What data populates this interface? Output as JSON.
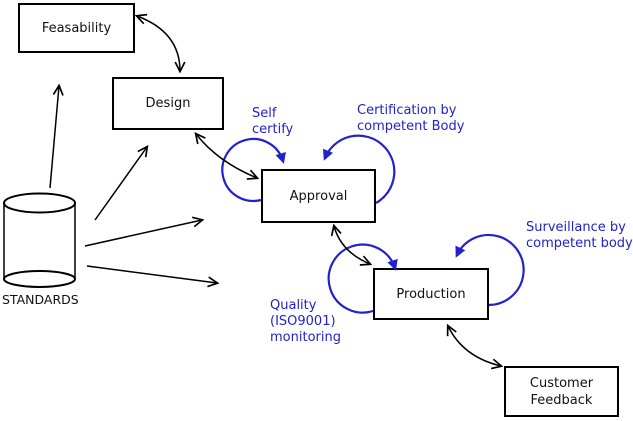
{
  "diagram": {
    "nodes": {
      "feasability": {
        "label": "Feasability",
        "shape": "rectangle"
      },
      "design": {
        "label": "Design",
        "shape": "rectangle"
      },
      "approval": {
        "label": "Approval",
        "shape": "rectangle"
      },
      "production": {
        "label": "Production",
        "shape": "rectangle"
      },
      "customer_feedback": {
        "lines": [
          "Customer",
          "Feedback"
        ],
        "shape": "rectangle"
      },
      "standards": {
        "label": "STANDARDS",
        "shape": "cylinder"
      }
    },
    "annotations": {
      "self_certify": {
        "lines": [
          "Self",
          "certify"
        ]
      },
      "certification": {
        "lines": [
          "Certification by",
          "competent Body"
        ]
      },
      "surveillance": {
        "lines": [
          "Surveillance by",
          "competent body"
        ]
      },
      "quality_monitoring": {
        "lines": [
          "Quality",
          "(ISO9001)",
          "monitoring"
        ]
      }
    },
    "edges": [
      {
        "from": "standards",
        "to": "feasability",
        "type": "arrow"
      },
      {
        "from": "standards",
        "to": "design",
        "type": "arrow"
      },
      {
        "from": "standards",
        "to": "approval",
        "type": "arrow"
      },
      {
        "from": "standards",
        "to": "production",
        "type": "arrow"
      },
      {
        "from": "feasability",
        "to": "design",
        "type": "double-arrow"
      },
      {
        "from": "design",
        "to": "approval",
        "type": "double-arrow"
      },
      {
        "from": "approval",
        "to": "production",
        "type": "double-arrow"
      },
      {
        "from": "production",
        "to": "customer_feedback",
        "type": "double-arrow"
      },
      {
        "node": "approval",
        "side": "left",
        "type": "self-loop",
        "label": "Self certify"
      },
      {
        "node": "approval",
        "side": "right",
        "type": "self-loop",
        "label": "Certification by competent Body"
      },
      {
        "node": "production",
        "side": "left",
        "type": "self-loop",
        "label": "Quality (ISO9001) monitoring"
      },
      {
        "node": "production",
        "side": "right",
        "type": "self-loop",
        "label": "Surveillance by competent body"
      }
    ],
    "colors": {
      "line": "#000000",
      "annotation_blue": "#2222cc",
      "background": "#ffffff",
      "node_fill": "#ffffff"
    }
  }
}
